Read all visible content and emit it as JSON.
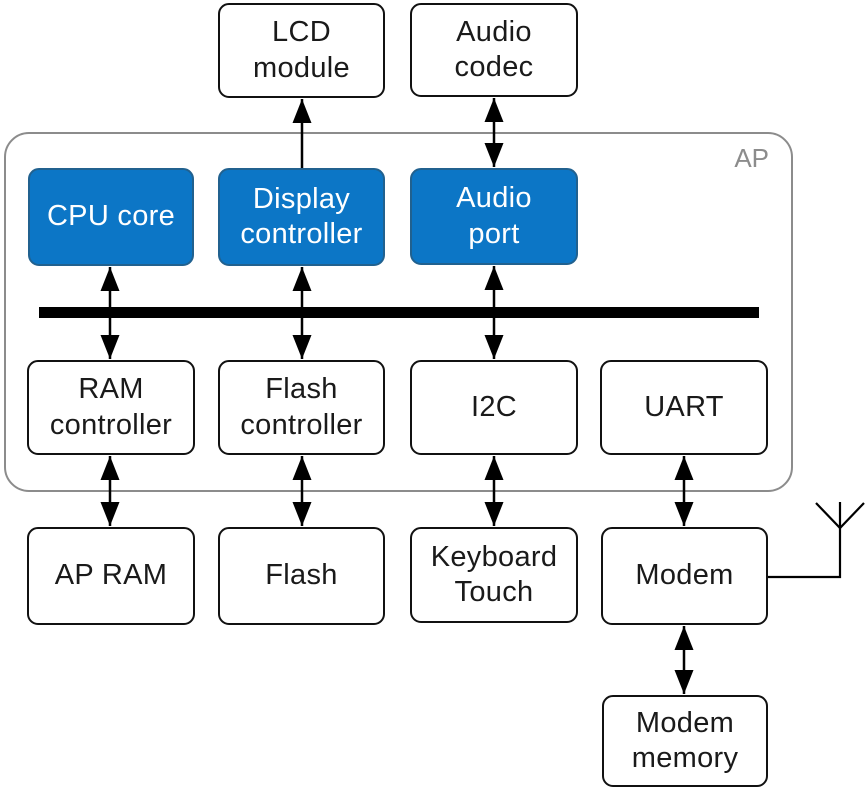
{
  "diagram": {
    "type": "block-diagram",
    "container_label": "AP",
    "blocks": {
      "lcd_module": "LCD\nmodule",
      "audio_codec": "Audio\ncodec",
      "cpu_core": "CPU core",
      "display_controller": "Display\ncontroller",
      "audio_port": "Audio\nport",
      "ram_controller": "RAM\ncontroller",
      "flash_controller": "Flash\ncontroller",
      "i2c": "I2C",
      "uart": "UART",
      "ap_ram": "AP RAM",
      "flash": "Flash",
      "keyboard_touch": "Keyboard\nTouch",
      "modem": "Modem",
      "modem_memory": "Modem\nmemory"
    },
    "colors": {
      "accent_blue": "#0c76c6",
      "blue_border": "#21618f",
      "box_border": "#111111",
      "container_border": "#8c8c8c",
      "bus": "#000000",
      "arrow": "#000000",
      "text_dark": "#1a1a1a",
      "text_on_blue": "#ffffff"
    },
    "connections": [
      {
        "from": "display_controller",
        "to": "lcd_module",
        "arrows": "single-to-lcd"
      },
      {
        "from": "audio_port",
        "to": "audio_codec",
        "arrows": "double"
      },
      {
        "from": "cpu_core",
        "to": "ram_controller",
        "via": "system-bus",
        "arrows": "double"
      },
      {
        "from": "display_controller",
        "to": "flash_controller",
        "via": "system-bus",
        "arrows": "double"
      },
      {
        "from": "audio_port",
        "to": "i2c",
        "via": "system-bus",
        "arrows": "double"
      },
      {
        "from": "ram_controller",
        "to": "ap_ram",
        "arrows": "double"
      },
      {
        "from": "flash_controller",
        "to": "flash",
        "arrows": "double"
      },
      {
        "from": "i2c",
        "to": "keyboard_touch",
        "arrows": "double"
      },
      {
        "from": "uart",
        "to": "modem",
        "arrows": "double"
      },
      {
        "from": "modem",
        "to": "modem_memory",
        "arrows": "double"
      },
      {
        "from": "modem",
        "to": "antenna",
        "arrows": "plain-wire"
      }
    ]
  }
}
